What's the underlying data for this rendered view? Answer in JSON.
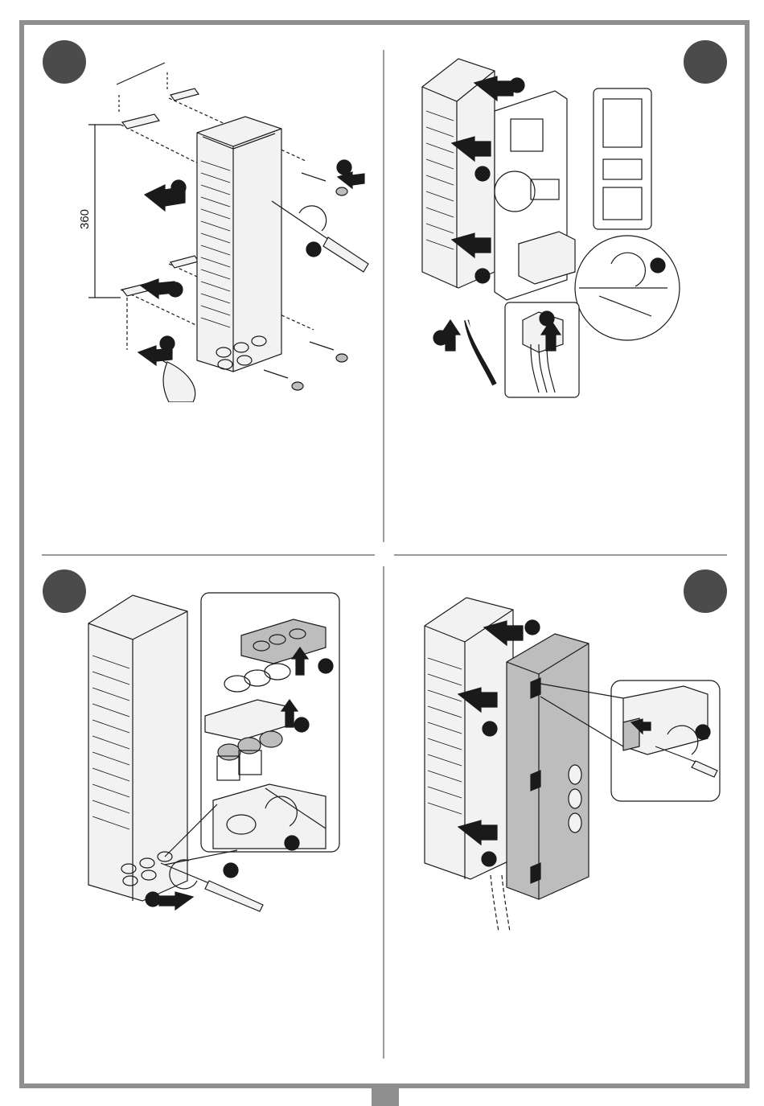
{
  "dimension_label": "360",
  "colors": {
    "frame": "#8f8f8f",
    "step_badge": "#4b4b4b",
    "line_art": "#1a1a1a",
    "fill_light": "#f2f2f2",
    "fill_cover": "#bdbdbd"
  },
  "steps": [
    {
      "badge_icon": "step-circle-icon",
      "illustration": "box-wall-mounting-illustration"
    },
    {
      "badge_icon": "step-circle-icon",
      "illustration": "board-and-wiring-illustration"
    },
    {
      "badge_icon": "step-circle-icon",
      "illustration": "cable-gland-fitting-illustration"
    },
    {
      "badge_icon": "step-circle-icon",
      "illustration": "cover-fixing-illustration"
    }
  ]
}
